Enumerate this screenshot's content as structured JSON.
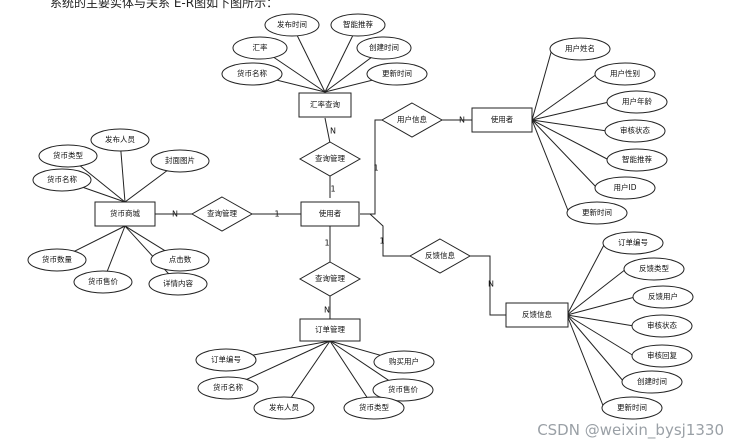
{
  "header_caption": "系统的主要实体与关系 E-R图如下图所示：",
  "watermark": "CSDN @weixin_bysj1330",
  "entities": {
    "rate_query": "汇率查询",
    "user_main": "使用者",
    "user_right": "使用者",
    "currency_mall": "货币商城",
    "order_mgmt": "订单管理",
    "feedback_info": "反馈信息"
  },
  "relationships": {
    "query_mgmt_top": "查询管理",
    "query_mgmt_left": "查询管理",
    "query_mgmt_bottom": "查询管理",
    "user_info": "用户信息",
    "feedback_info": "反馈信息"
  },
  "attributes": {
    "rate_query": [
      "发布时间",
      "智能推荐",
      "汇率",
      "创建时间",
      "货币名称",
      "更新时间"
    ],
    "user_right": [
      "用户姓名",
      "用户性别",
      "用户年龄",
      "审核状态",
      "智能推荐",
      "用户ID",
      "更新时间"
    ],
    "currency_mall": [
      "发布人员",
      "货币类型",
      "封面图片",
      "货币名称",
      "货币数量",
      "点击数",
      "货币售价",
      "详情内容"
    ],
    "order_mgmt": [
      "订单编号",
      "购买用户",
      "货币名称",
      "货币售价",
      "发布人员",
      "货币类型"
    ],
    "feedback": [
      "订单编号",
      "反馈类型",
      "反馈用户",
      "审核状态",
      "审核回复",
      "创建时间",
      "更新时间"
    ]
  },
  "cardinality": {
    "top_n": "N",
    "top_1": "1",
    "left_n": "N",
    "left_1": "1",
    "bottom_1": "1",
    "bottom_n": "N",
    "user_info_1": "1",
    "user_info_n": "N",
    "feedback_1": "1",
    "feedback_n": "N"
  }
}
